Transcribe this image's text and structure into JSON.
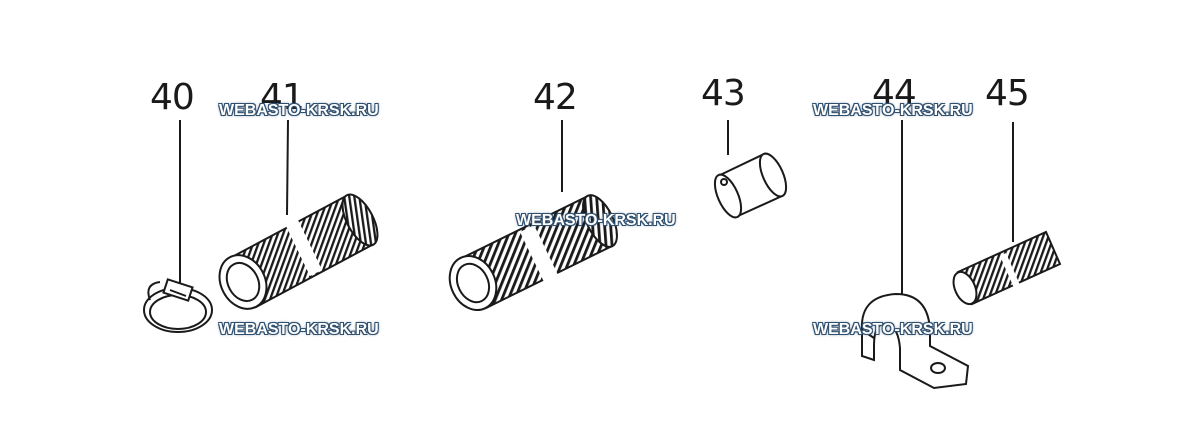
{
  "part_numbers": [
    "40",
    "41",
    "42",
    "43",
    "44",
    "45"
  ],
  "watermark": "WEBASTO-KRSK.RU",
  "colors": {
    "ink": "#1a1a1a",
    "watermark_fill": "#ffffff",
    "watermark_outline": "#2f4f6f"
  }
}
